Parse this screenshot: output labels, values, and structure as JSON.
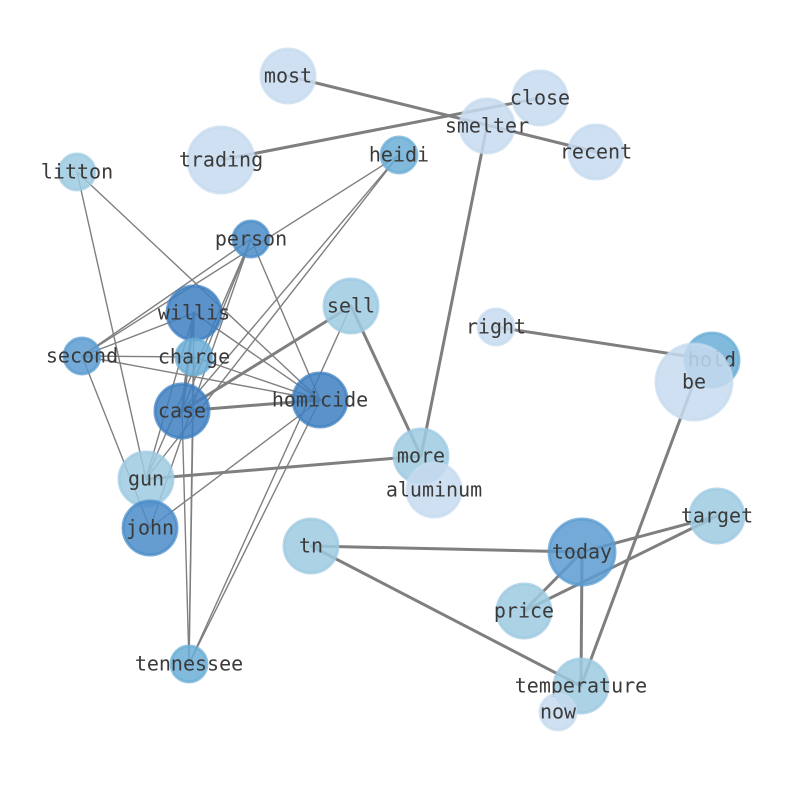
{
  "graph": {
    "nodes": [
      {
        "id": "most",
        "label": "most",
        "color": "#c6dbef"
      },
      {
        "id": "close",
        "label": "close",
        "color": "#c6dbef"
      },
      {
        "id": "smelter",
        "label": "smelter",
        "color": "#c6dbef"
      },
      {
        "id": "recent",
        "label": "recent",
        "color": "#c6dbef"
      },
      {
        "id": "trading",
        "label": "trading",
        "color": "#c6dbef"
      },
      {
        "id": "heidi",
        "label": "heidi",
        "color": "#6baed6"
      },
      {
        "id": "litton",
        "label": "litton",
        "color": "#9ecae1"
      },
      {
        "id": "person",
        "label": "person",
        "color": "#4a8cc8"
      },
      {
        "id": "willis",
        "label": "willis",
        "color": "#3d7fc0"
      },
      {
        "id": "sell",
        "label": "sell",
        "color": "#9ecae1"
      },
      {
        "id": "right",
        "label": "right",
        "color": "#c6dbef"
      },
      {
        "id": "hold",
        "label": "hold",
        "color": "#6baed6"
      },
      {
        "id": "be",
        "label": "be",
        "color": "#c6dbef"
      },
      {
        "id": "second",
        "label": "second",
        "color": "#5a9bd0"
      },
      {
        "id": "charge",
        "label": "charge",
        "color": "#6baed6"
      },
      {
        "id": "case",
        "label": "case",
        "color": "#3d7fc0"
      },
      {
        "id": "homicide",
        "label": "homicide",
        "color": "#3d7fc0"
      },
      {
        "id": "more",
        "label": "more",
        "color": "#9ecae1"
      },
      {
        "id": "aluminum",
        "label": "aluminum",
        "color": "#c6dbef"
      },
      {
        "id": "gun",
        "label": "gun",
        "color": "#9ecae1"
      },
      {
        "id": "john",
        "label": "john",
        "color": "#4a8cc8"
      },
      {
        "id": "tn",
        "label": "tn",
        "color": "#9ecae1"
      },
      {
        "id": "today",
        "label": "today",
        "color": "#5a9bd0"
      },
      {
        "id": "target",
        "label": "target",
        "color": "#9ecae1"
      },
      {
        "id": "price",
        "label": "price",
        "color": "#9ecae1"
      },
      {
        "id": "tennessee",
        "label": "tennessee",
        "color": "#6baed6"
      },
      {
        "id": "temperature",
        "label": "temperature",
        "color": "#9ecae1"
      },
      {
        "id": "now",
        "label": "now",
        "color": "#c6dbef"
      }
    ],
    "edges": [
      {
        "source": "most",
        "target": "recent",
        "weight": "heavy"
      },
      {
        "source": "trading",
        "target": "close",
        "weight": "heavy"
      },
      {
        "source": "smelter",
        "target": "more",
        "weight": "heavy"
      },
      {
        "source": "right",
        "target": "hold",
        "weight": "heavy"
      },
      {
        "source": "be",
        "target": "temperature",
        "weight": "heavy"
      },
      {
        "source": "sell",
        "target": "more",
        "weight": "heavy"
      },
      {
        "source": "sell",
        "target": "case",
        "weight": "heavy"
      },
      {
        "source": "gun",
        "target": "more",
        "weight": "heavy"
      },
      {
        "source": "case",
        "target": "homicide",
        "weight": "heavy"
      },
      {
        "source": "willis",
        "target": "case",
        "weight": "heavy"
      },
      {
        "source": "tn",
        "target": "today",
        "weight": "heavy"
      },
      {
        "source": "tn",
        "target": "temperature",
        "weight": "heavy"
      },
      {
        "source": "today",
        "target": "target",
        "weight": "heavy"
      },
      {
        "source": "today",
        "target": "price",
        "weight": "heavy"
      },
      {
        "source": "today",
        "target": "temperature",
        "weight": "heavy"
      },
      {
        "source": "price",
        "target": "target",
        "weight": "heavy"
      },
      {
        "source": "litton",
        "target": "gun",
        "weight": "light"
      },
      {
        "source": "litton",
        "target": "homicide",
        "weight": "light"
      },
      {
        "source": "heidi",
        "target": "second",
        "weight": "light"
      },
      {
        "source": "heidi",
        "target": "gun",
        "weight": "light"
      },
      {
        "source": "heidi",
        "target": "case",
        "weight": "light"
      },
      {
        "source": "person",
        "target": "second",
        "weight": "light"
      },
      {
        "source": "person",
        "target": "case",
        "weight": "light"
      },
      {
        "source": "person",
        "target": "gun",
        "weight": "light"
      },
      {
        "source": "person",
        "target": "homicide",
        "weight": "light"
      },
      {
        "source": "person",
        "target": "john",
        "weight": "light"
      },
      {
        "source": "willis",
        "target": "second",
        "weight": "light"
      },
      {
        "source": "willis",
        "target": "homicide",
        "weight": "light"
      },
      {
        "source": "willis",
        "target": "gun",
        "weight": "light"
      },
      {
        "source": "willis",
        "target": "tennessee",
        "weight": "light"
      },
      {
        "source": "second",
        "target": "homicide",
        "weight": "light"
      },
      {
        "source": "second",
        "target": "charge",
        "weight": "light"
      },
      {
        "source": "second",
        "target": "john",
        "weight": "light"
      },
      {
        "source": "charge",
        "target": "homicide",
        "weight": "light"
      },
      {
        "source": "charge",
        "target": "tennessee",
        "weight": "light"
      },
      {
        "source": "sell",
        "target": "tennessee",
        "weight": "light"
      },
      {
        "source": "homicide",
        "target": "john",
        "weight": "light"
      },
      {
        "source": "homicide",
        "target": "tennessee",
        "weight": "light"
      },
      {
        "source": "case",
        "target": "tennessee",
        "weight": "light"
      }
    ]
  }
}
